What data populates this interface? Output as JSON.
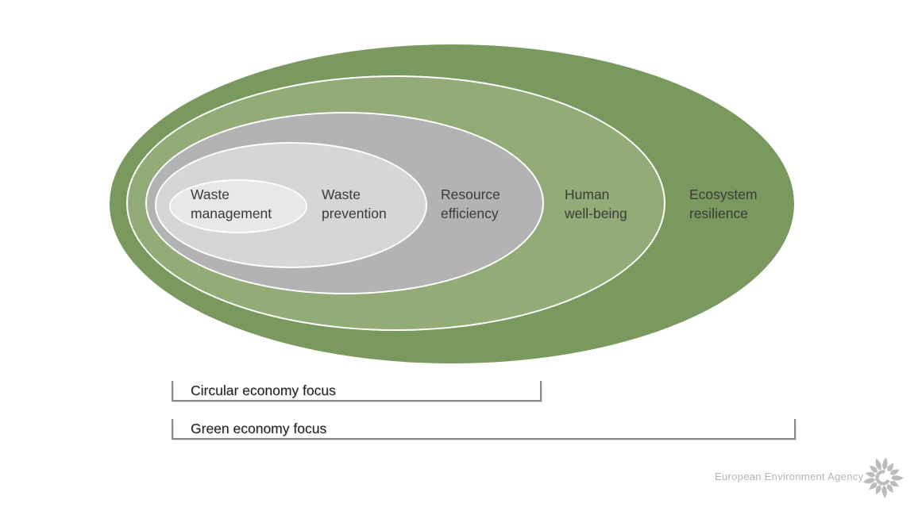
{
  "rings": [
    {
      "name": "Waste management",
      "line1": "Waste",
      "line2": "management",
      "fill": "#e8e8e8"
    },
    {
      "name": "Waste prevention",
      "line1": "Waste",
      "line2": "prevention",
      "fill": "#d6d6d6"
    },
    {
      "name": "Resource efficiency",
      "line1": "Resource",
      "line2": "efficiency",
      "fill": "#b3b3b3"
    },
    {
      "name": "Human well-being",
      "line1": "Human",
      "line2": "well-being",
      "fill": "#93ab77"
    },
    {
      "name": "Ecosystem resilience",
      "line1": "Ecosystem",
      "line2": "resilience",
      "fill": "#7a995e"
    }
  ],
  "brackets": [
    {
      "label": "Circular economy focus"
    },
    {
      "label": "Green economy focus"
    }
  ],
  "branding": {
    "agency": "European Environment Agency"
  },
  "colors": {
    "bracket_line": "#8c8c8c",
    "label_text": "#3a3a3a",
    "bracket_text": "#1f1f1f",
    "agency_text": "#b4b4b4",
    "logo": "#bcbcbc",
    "ring_stroke": "#ffffff"
  }
}
